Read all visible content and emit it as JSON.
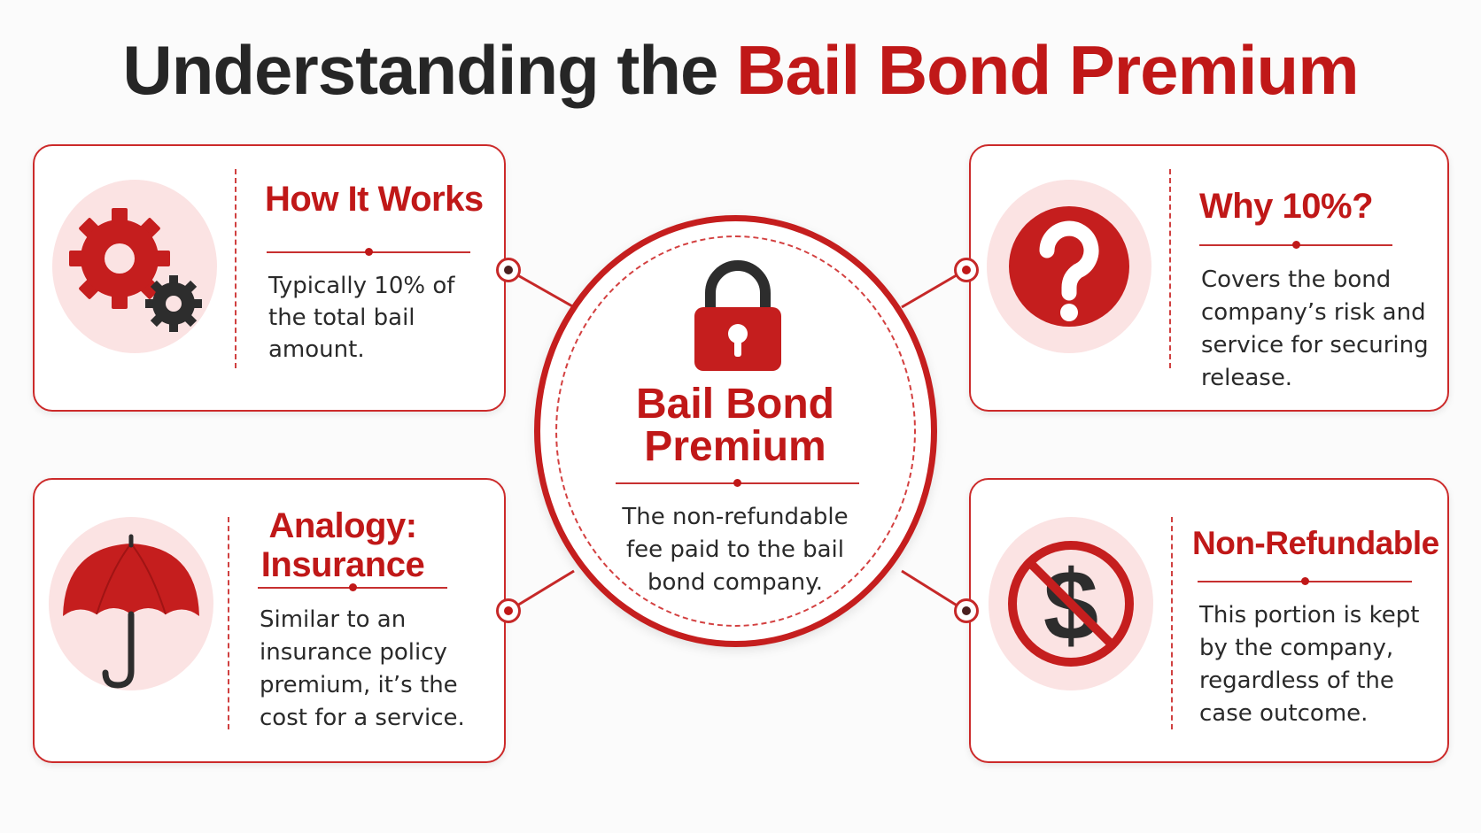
{
  "title": {
    "prefix": "Understanding the",
    "highlight": "Bail Bond Premium"
  },
  "center": {
    "icon": "padlock-icon",
    "title_line1": "Bail Bond",
    "title_line2": "Premium",
    "body": [
      "The non-refundable",
      "fee paid to the bail",
      "bond company."
    ]
  },
  "cards": {
    "how_it_works": {
      "icon": "gears-icon",
      "title": "How It Works",
      "body": [
        "Typically 10% of",
        "the total bail",
        "amount."
      ]
    },
    "why_10": {
      "icon": "question-mark-icon",
      "title": "Why 10%?",
      "body": [
        "Covers the bond",
        "company’s risk and",
        "service for securing",
        "release."
      ]
    },
    "analogy": {
      "icon": "umbrella-icon",
      "title_line1": "Analogy:",
      "title_line2": "Insurance",
      "body": [
        "Similar to an",
        "insurance policy",
        "premium, it’s the",
        "cost for a service."
      ]
    },
    "non_refundable": {
      "icon": "no-dollar-icon",
      "title": "Non-Refundable",
      "body": [
        "This portion is kept",
        "by the company,",
        "regardless of the",
        "case outcome."
      ]
    }
  },
  "colors": {
    "accent": "#c01818",
    "accent_light": "#fbe3e3",
    "text": "#2a2a2a"
  }
}
